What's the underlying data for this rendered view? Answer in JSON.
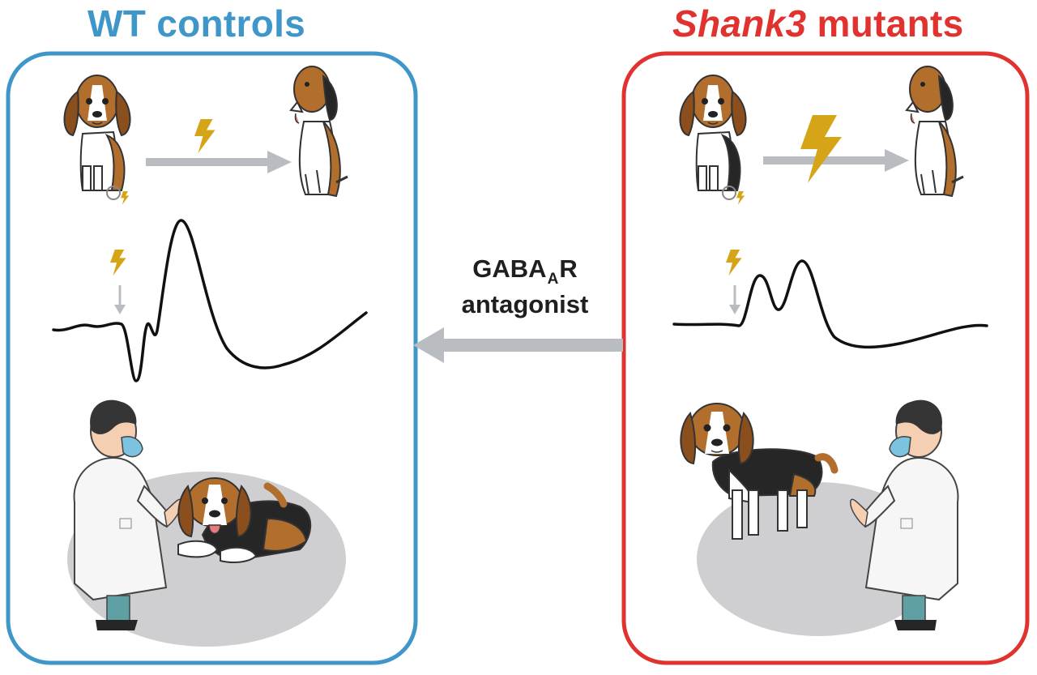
{
  "panels": {
    "wt": {
      "title": "WT controls",
      "border_color": "#3f97c9"
    },
    "mutant": {
      "title_italic": "Shank3",
      "title_rest": " mutants",
      "border_color": "#e0332f"
    }
  },
  "treatment": {
    "line1_prefix": "GABA",
    "line1_sub": "A",
    "line1_suffix": "R",
    "line2": "antagonist"
  },
  "colors": {
    "wt_blue": "#3f97c9",
    "mutant_red": "#e0332f",
    "arrow_gray": "#b9bcc1",
    "bolt_gold": "#d6a517",
    "beagle_brown": "#b26e2c",
    "beagle_black": "#262626",
    "floor_gray": "#cfcfd1",
    "coat_white": "#f6f6f6",
    "pants_teal": "#5ea0a4"
  },
  "icons": [
    "lightning-bolt-icon",
    "beagle-sitting",
    "beagle-lifting-paw",
    "beagle-lying",
    "beagle-standing",
    "researcher"
  ]
}
